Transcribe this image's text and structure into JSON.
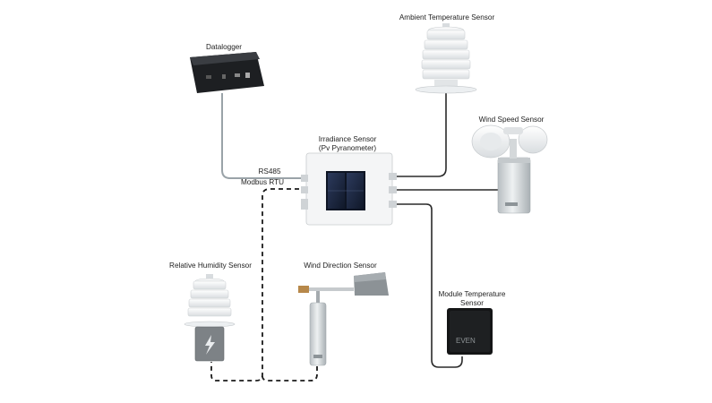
{
  "labels": {
    "datalogger": "Datalogger",
    "ambient": "Ambient Temperature Sensor",
    "irradiance_line1": "Irradiance Sensor",
    "irradiance_line2": "(Pv Pyranometer)",
    "wind_speed": "Wind Speed Sensor",
    "rs485": "RS485",
    "modbus": "Modbus RTU",
    "humidity": "Relative Humidity Sensor",
    "wind_direction": "Wind Direction Sensor",
    "module_temp_line1": "Module Temperature",
    "module_temp_line2": "Sensor"
  },
  "module_brand": "EVEN",
  "colors": {
    "cable": "#9aa3a8",
    "dark_cable": "#2a2a2a",
    "dashed_cable": "#1a1a1a",
    "metal": "#d6dadc",
    "panel": "#1f2a44"
  }
}
